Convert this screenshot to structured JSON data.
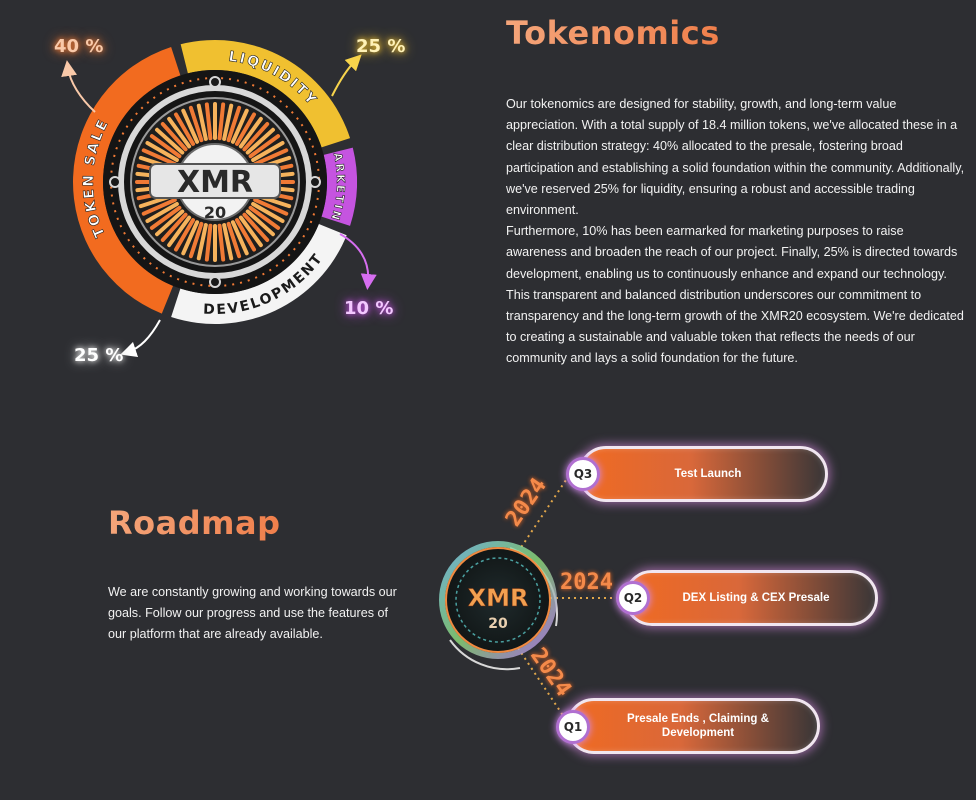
{
  "tokenomics": {
    "title": "Tokenomics",
    "paragraphs": [
      "Our tokenomics are designed for stability, growth, and long-term value appreciation. With a total supply of 18.4 million tokens, we've allocated these in a clear distribution strategy: 40% allocated to the presale, fostering broad participation and establishing a solid foundation within the community. Additionally, we've reserved 25% for liquidity, ensuring a robust and accessible trading environment.",
      "Furthermore, 10% has been earmarked for marketing purposes to raise awareness and broaden the reach of our project. Finally, 25% is directed towards development, enabling us to continuously enhance and expand our technology.",
      "This transparent and balanced distribution underscores our commitment to transparency and the long-term growth of the XMR20 ecosystem. We're dedicated to creating a sustainable and valuable token that reflects the needs of our community and lays a solid foundation for the future."
    ],
    "segments": [
      {
        "label": "TOKEN SALE",
        "percent_label": "40 %",
        "value": 40,
        "color": "#f26b1f"
      },
      {
        "label": "LIQUIDITY",
        "percent_label": "25 %",
        "value": 25,
        "color": "#f0c030"
      },
      {
        "label": "MARKETING",
        "percent_label": "10 %",
        "value": 10,
        "color": "#c554e0"
      },
      {
        "label": "DEVELOPMENT",
        "percent_label": "25 %",
        "value": 25,
        "color": "#f4f4f4"
      }
    ],
    "logo_main": "XMR",
    "logo_sub": "20"
  },
  "roadmap": {
    "title": "Roadmap",
    "description": "We are constantly growing and working towards our goals. Follow our progress and use the features of our platform that are already available.",
    "hub_main": "XMR",
    "hub_sub": "20",
    "milestones": [
      {
        "quarter": "Q3",
        "year": "2024",
        "label": "Test Launch"
      },
      {
        "quarter": "Q2",
        "year": "2024",
        "label": "DEX Listing & CEX Presale"
      },
      {
        "quarter": "Q1",
        "year": "2024",
        "label": "Presale Ends , Claiming & Development"
      }
    ]
  },
  "colors": {
    "background": "#2d2e32",
    "accent": "#f07f4b"
  }
}
